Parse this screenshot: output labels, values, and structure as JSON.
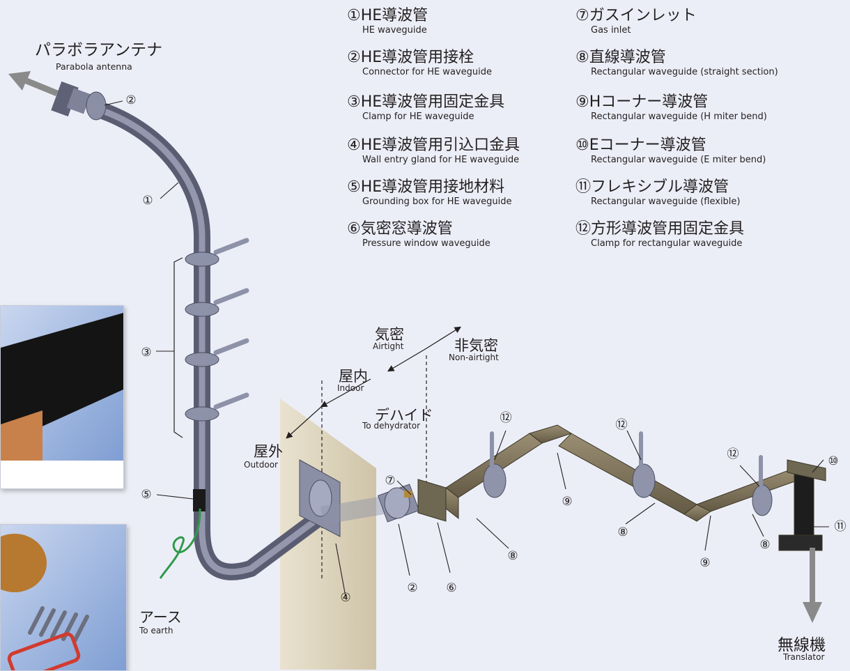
{
  "legend": [
    {
      "no": "①",
      "name": "HE導波管",
      "sub": "HE waveguide"
    },
    {
      "no": "②",
      "name": "HE導波管用接栓",
      "sub": "Connector for HE waveguide"
    },
    {
      "no": "③",
      "name": "HE導波管用固定金具",
      "sub": "Clamp for HE waveguide"
    },
    {
      "no": "④",
      "name": "HE導波管用引込口金具",
      "sub": "Wall entry gland for HE waveguide"
    },
    {
      "no": "⑤",
      "name": "HE導波管用接地材料",
      "sub": "Grounding box for HE waveguide"
    },
    {
      "no": "⑥",
      "name": "気密窓導波管",
      "sub": "Pressure window waveguide"
    },
    {
      "no": "⑦",
      "name": "ガスインレット",
      "sub": "Gas inlet"
    },
    {
      "no": "⑧",
      "name": "直線導波管",
      "sub": "Rectangular waveguide (straight section)"
    },
    {
      "no": "⑨",
      "name": "Hコーナー導波管",
      "sub": "Rectangular waveguide (H miter bend)"
    },
    {
      "no": "⑩",
      "name": "Eコーナー導波管",
      "sub": "Rectangular waveguide (E miter bend)"
    },
    {
      "no": "⑪",
      "name": "フレキシブル導波管",
      "sub": "Rectangular waveguide (flexible)"
    },
    {
      "no": "⑫",
      "name": "方形導波管用固定金具",
      "sub": "Clamp for rectangular waveguide"
    }
  ],
  "labels": {
    "antenna_jp": "パラボラアンテナ",
    "antenna_en": "Parabola antenna",
    "earth_jp": "アース",
    "earth_en": "To earth",
    "airtight_jp": "気密",
    "airtight_en": "Airtight",
    "nonairtight_jp": "非気密",
    "nonairtight_en": "Non-airtight",
    "indoor_jp": "屋内",
    "indoor_en": "Indoor",
    "outdoor_jp": "屋外",
    "outdoor_en": "Outdoor",
    "dehydrator_jp": "デハイド",
    "dehydrator_en": "To dehydrator",
    "translator_jp": "無線機",
    "translator_en": "Translator"
  },
  "callouts": {
    "c1": "①",
    "c2a": "②",
    "c2b": "②",
    "c3": "③",
    "c4": "④",
    "c5": "⑤",
    "c6": "⑥",
    "c7": "⑦",
    "c8a": "⑧",
    "c8b": "⑧",
    "c8c": "⑧",
    "c9a": "⑨",
    "c9b": "⑨",
    "c10": "⑩",
    "c11": "⑪",
    "c12a": "⑫",
    "c12b": "⑫",
    "c12c": "⑫"
  },
  "colors": {
    "background": "#eceef7",
    "pipe": "#7a7e95",
    "rect_waveguide": "#7e735c",
    "wall": "#d9cfb8",
    "earth_wire": "#2f9a4a",
    "arrow": "#8a8a8a"
  }
}
